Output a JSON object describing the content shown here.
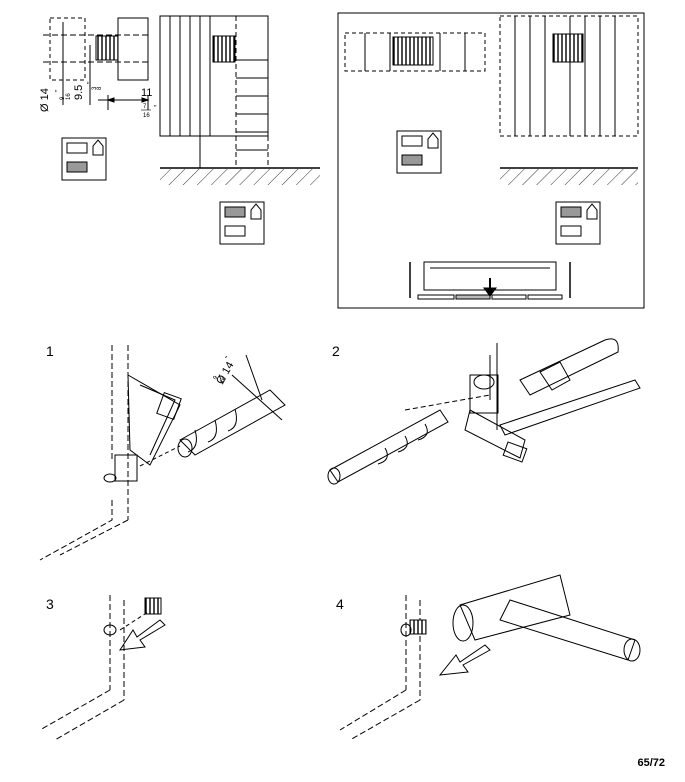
{
  "dimensions": {
    "diameter": "Ø 14",
    "diameter_fraction_num": "9",
    "diameter_fraction_den": "16",
    "diameter_unit": "\"",
    "depth": "9.5",
    "depth_fraction_num": "3",
    "depth_fraction_den": "8",
    "depth_unit": "\"",
    "offset": "11",
    "offset_fraction_num": "7",
    "offset_fraction_den": "16",
    "offset_unit": "\""
  },
  "steps": {
    "s1": "1",
    "s2": "2",
    "s3": "3",
    "s4": "4"
  },
  "drill_label": {
    "diameter": "Ø 14",
    "fraction_num": "9",
    "fraction_den": "16",
    "unit": "\""
  },
  "footer": {
    "page": "65/72"
  }
}
